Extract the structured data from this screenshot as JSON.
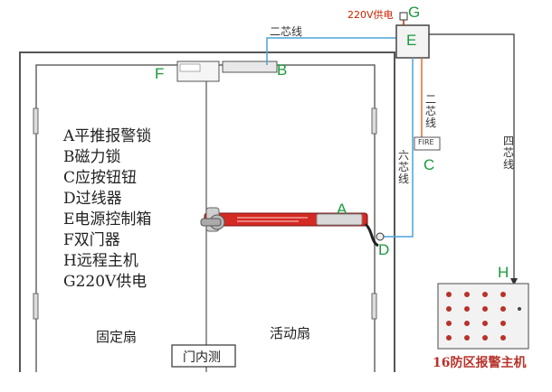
{
  "legend": {
    "items": [
      "A平推报警锁",
      "B磁力锁",
      "C应按钮钮",
      "D过线器",
      "E电源控制箱",
      "F双门器",
      "H远程主机",
      "G220V供电"
    ]
  },
  "power_label": "220V供电",
  "letters": {
    "a": "A",
    "b": "B",
    "c": "C",
    "d": "D",
    "e": "E",
    "f": "F",
    "g": "G",
    "h": "H"
  },
  "wires": {
    "two_core_top": "二芯线",
    "two_core_side": "二芯线",
    "six_core": "六芯线",
    "four_core": "四芯线"
  },
  "doors": {
    "fixed_leaf": "固定扇",
    "active_leaf": "活动扇",
    "inner_side": "门内测"
  },
  "fire_button_text": "FIRE",
  "alarm_host_label": "16防区报警主机",
  "colors": {
    "wire_blue": "#4aa3d9",
    "wire_orange": "#e46a2a",
    "wire_black": "#333333",
    "label_green": "#1a9a3a",
    "power_red": "#cc2200",
    "alarm_red": "#b8322a",
    "bar_red": "#d42a24"
  }
}
